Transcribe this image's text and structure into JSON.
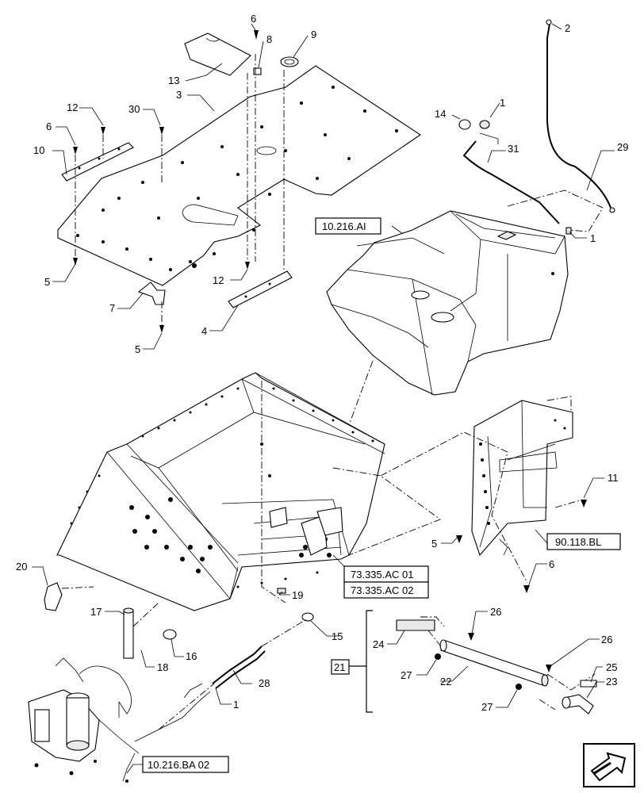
{
  "callouts": {
    "c1": "6",
    "c2": "8",
    "c3": "9",
    "c4": "13",
    "c5": "3",
    "c6": "30",
    "c7": "12",
    "c8": "6",
    "c9": "10",
    "c10": "5",
    "c11": "7",
    "c12": "5",
    "c13": "12",
    "c14": "4",
    "c15": "2",
    "c16": "14",
    "c17": "1",
    "c18": "31",
    "c19": "29",
    "c20": "1",
    "c21": "11",
    "c22": "5",
    "c23": "6",
    "c24": "20",
    "c25": "17",
    "c26": "18",
    "c27": "16",
    "c28": "19",
    "c29": "15",
    "c30": "28",
    "c31": "1",
    "c32": "26",
    "c33": "24",
    "c34": "27",
    "c35": "22",
    "c36": "26",
    "c37": "25",
    "c38": "23",
    "c39": "27",
    "c40": "21"
  },
  "references": {
    "tank_ref": "10.216.AI",
    "bracket_ref": "90.118.BL",
    "frame_ref_1": "73.335.AC 01",
    "frame_ref_2": "73.335.AC 02",
    "filter_ref": "10.216.BA 02"
  },
  "icons": {
    "nav": "next-page-arrow-icon"
  }
}
